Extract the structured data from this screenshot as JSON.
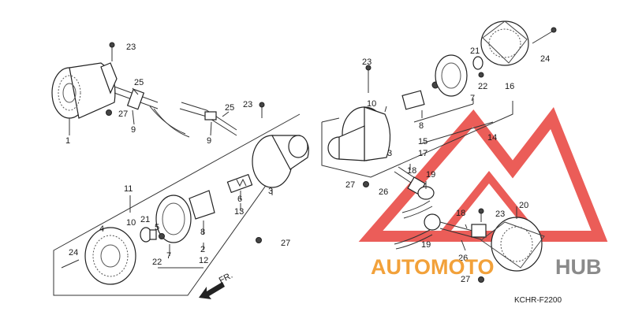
{
  "diagram": {
    "code": "KCHR-F2200",
    "direction_label": "FR.",
    "labels": [
      {
        "id": "l1",
        "text": "1"
      },
      {
        "id": "l23a",
        "text": "23"
      },
      {
        "id": "l25a",
        "text": "25"
      },
      {
        "id": "l27a",
        "text": "27"
      },
      {
        "id": "l9a",
        "text": "9"
      },
      {
        "id": "l9b",
        "text": "9"
      },
      {
        "id": "l25b",
        "text": "25"
      },
      {
        "id": "l23b",
        "text": "23"
      },
      {
        "id": "l11",
        "text": "11"
      },
      {
        "id": "l3a",
        "text": "3"
      },
      {
        "id": "l6",
        "text": "6"
      },
      {
        "id": "l13",
        "text": "13"
      },
      {
        "id": "l10a",
        "text": "10"
      },
      {
        "id": "l21a",
        "text": "21"
      },
      {
        "id": "l4",
        "text": "4"
      },
      {
        "id": "l8a",
        "text": "8"
      },
      {
        "id": "l5",
        "text": "5"
      },
      {
        "id": "l2",
        "text": "2"
      },
      {
        "id": "l7a",
        "text": "7"
      },
      {
        "id": "l24a",
        "text": "24"
      },
      {
        "id": "l22a",
        "text": "22"
      },
      {
        "id": "l12",
        "text": "12"
      },
      {
        "id": "l27b",
        "text": "27"
      },
      {
        "id": "l23c",
        "text": "23"
      },
      {
        "id": "l10b",
        "text": "10"
      },
      {
        "id": "l21b",
        "text": "21"
      },
      {
        "id": "l22b",
        "text": "22"
      },
      {
        "id": "l7b",
        "text": "7"
      },
      {
        "id": "l24b",
        "text": "24"
      },
      {
        "id": "l16",
        "text": "16"
      },
      {
        "id": "l8b",
        "text": "8"
      },
      {
        "id": "l15",
        "text": "15"
      },
      {
        "id": "l17",
        "text": "17"
      },
      {
        "id": "l3b",
        "text": "3"
      },
      {
        "id": "l14",
        "text": "14"
      },
      {
        "id": "l18a",
        "text": "18"
      },
      {
        "id": "l19a",
        "text": "19"
      },
      {
        "id": "l27c",
        "text": "27"
      },
      {
        "id": "l26a",
        "text": "26"
      },
      {
        "id": "l20",
        "text": "20"
      },
      {
        "id": "l18b",
        "text": "18"
      },
      {
        "id": "l23d",
        "text": "23"
      },
      {
        "id": "l19b",
        "text": "19"
      },
      {
        "id": "l26b",
        "text": "26"
      },
      {
        "id": "l27d",
        "text": "27"
      }
    ]
  },
  "watermark": {
    "text_left": "AUTOMOTO",
    "text_right": "HUB",
    "color_orange": "#f2a13a",
    "color_red": "#e8413c",
    "color_gray": "#8a8a8a"
  }
}
